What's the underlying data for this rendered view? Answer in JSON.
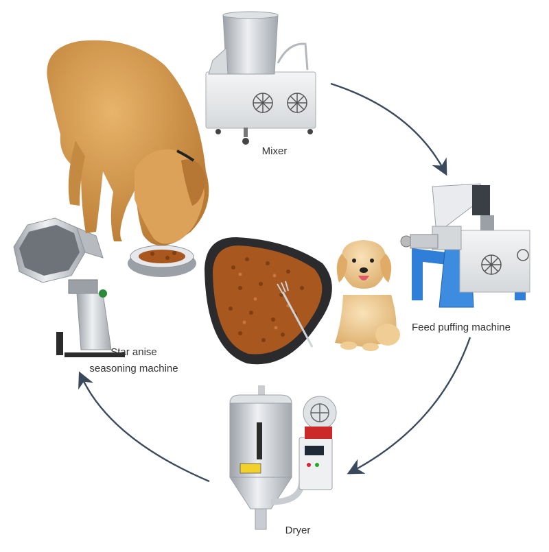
{
  "diagram": {
    "stages": [
      {
        "label": "Mixer"
      },
      {
        "label": "Feed puffing machine"
      },
      {
        "label": "Dryer"
      },
      {
        "label": "Star anise",
        "label2": "seasoning machine"
      }
    ],
    "colors": {
      "arrow": "#3a4a5c",
      "steel": "#c9ccd0",
      "steel_dark": "#8f949a",
      "machine_blue": "#2f7fd8",
      "kibble": "#a8581e",
      "dog_fur": "#d59a4e",
      "puppy_fur": "#f1cf98",
      "plate": "#2b2b2e",
      "text": "#333333"
    },
    "icons": [
      "mixer-machine-icon",
      "feed-puffing-machine-icon",
      "dryer-machine-icon",
      "seasoning-machine-icon",
      "dog-eating-icon",
      "kibble-plate-icon",
      "puppy-icon"
    ]
  }
}
